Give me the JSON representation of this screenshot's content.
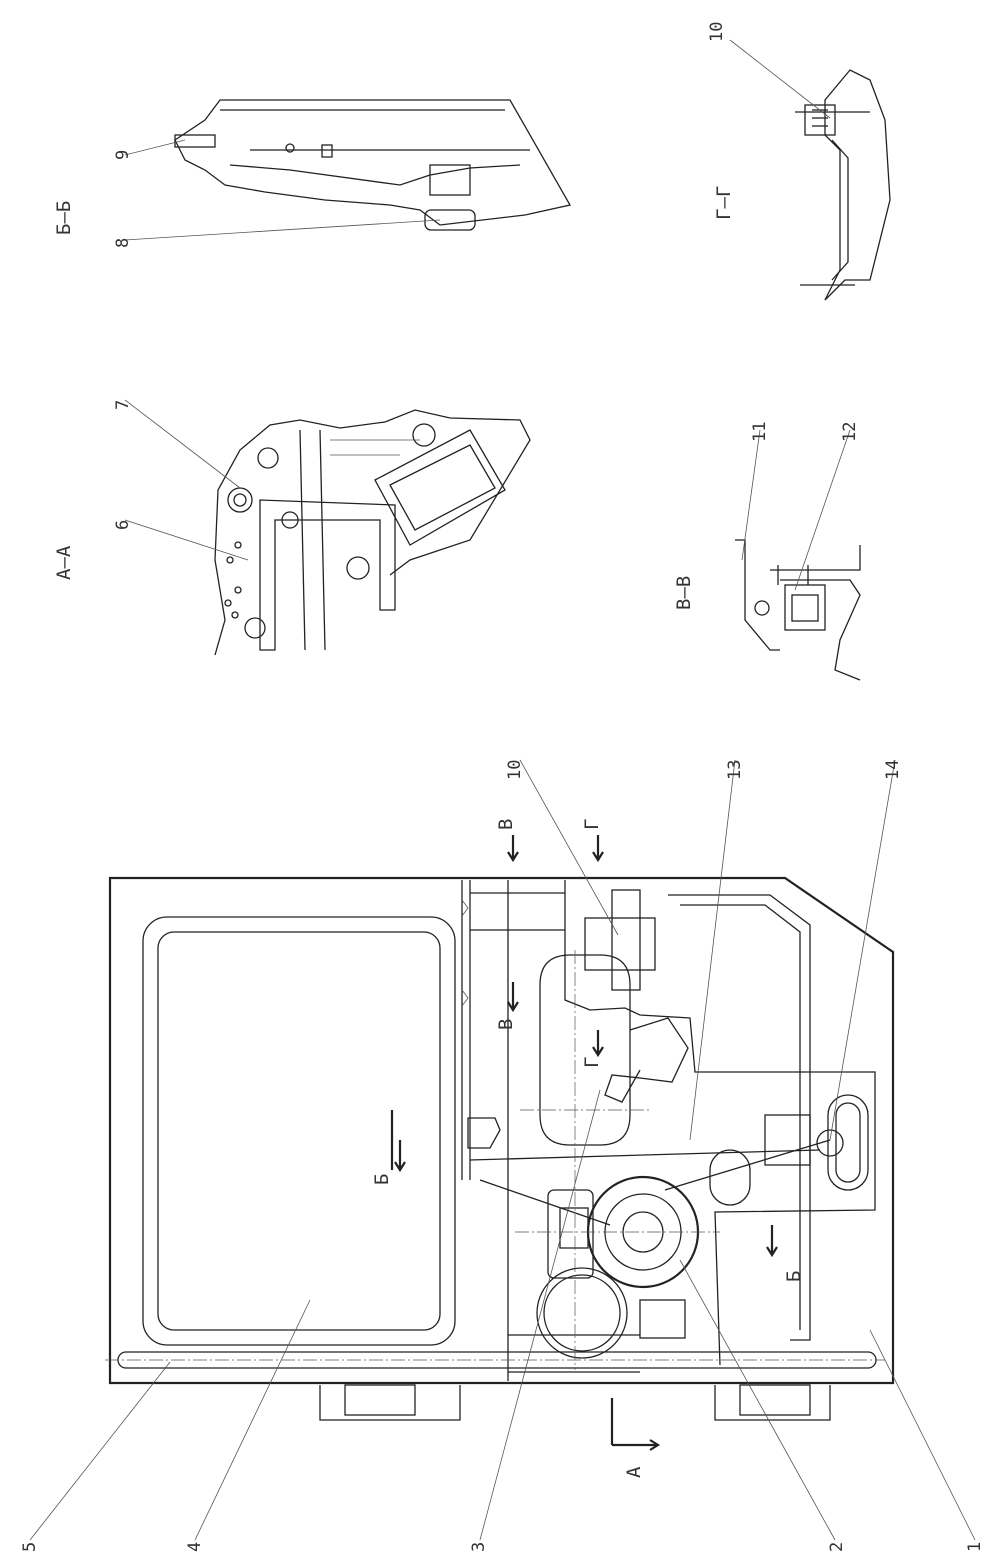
{
  "sections": {
    "aa": "А–А",
    "bb": "Б–Б",
    "vv": "В–В",
    "gg": "Г–Г"
  },
  "cut_marks": {
    "a": "А",
    "b": "Б",
    "v": "В",
    "g": "Г"
  },
  "leaders": [
    "1",
    "2",
    "3",
    "4",
    "5",
    "6",
    "7",
    "8",
    "9",
    "10",
    "11",
    "12",
    "13",
    "14"
  ],
  "colors": {
    "line": "#222222",
    "thin": "#555555",
    "paper": "#ffffff"
  }
}
